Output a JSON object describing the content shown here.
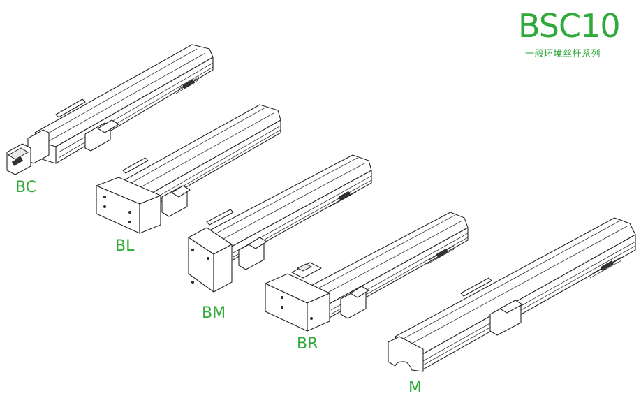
{
  "header": {
    "model": "BSC10",
    "series": "一般环境丝杆系列"
  },
  "variants": [
    {
      "code": "BC"
    },
    {
      "code": "BL"
    },
    {
      "code": "BM"
    },
    {
      "code": "BR"
    },
    {
      "code": "M"
    }
  ],
  "colors": {
    "accent": "#2faa3a",
    "line": "#222222"
  }
}
